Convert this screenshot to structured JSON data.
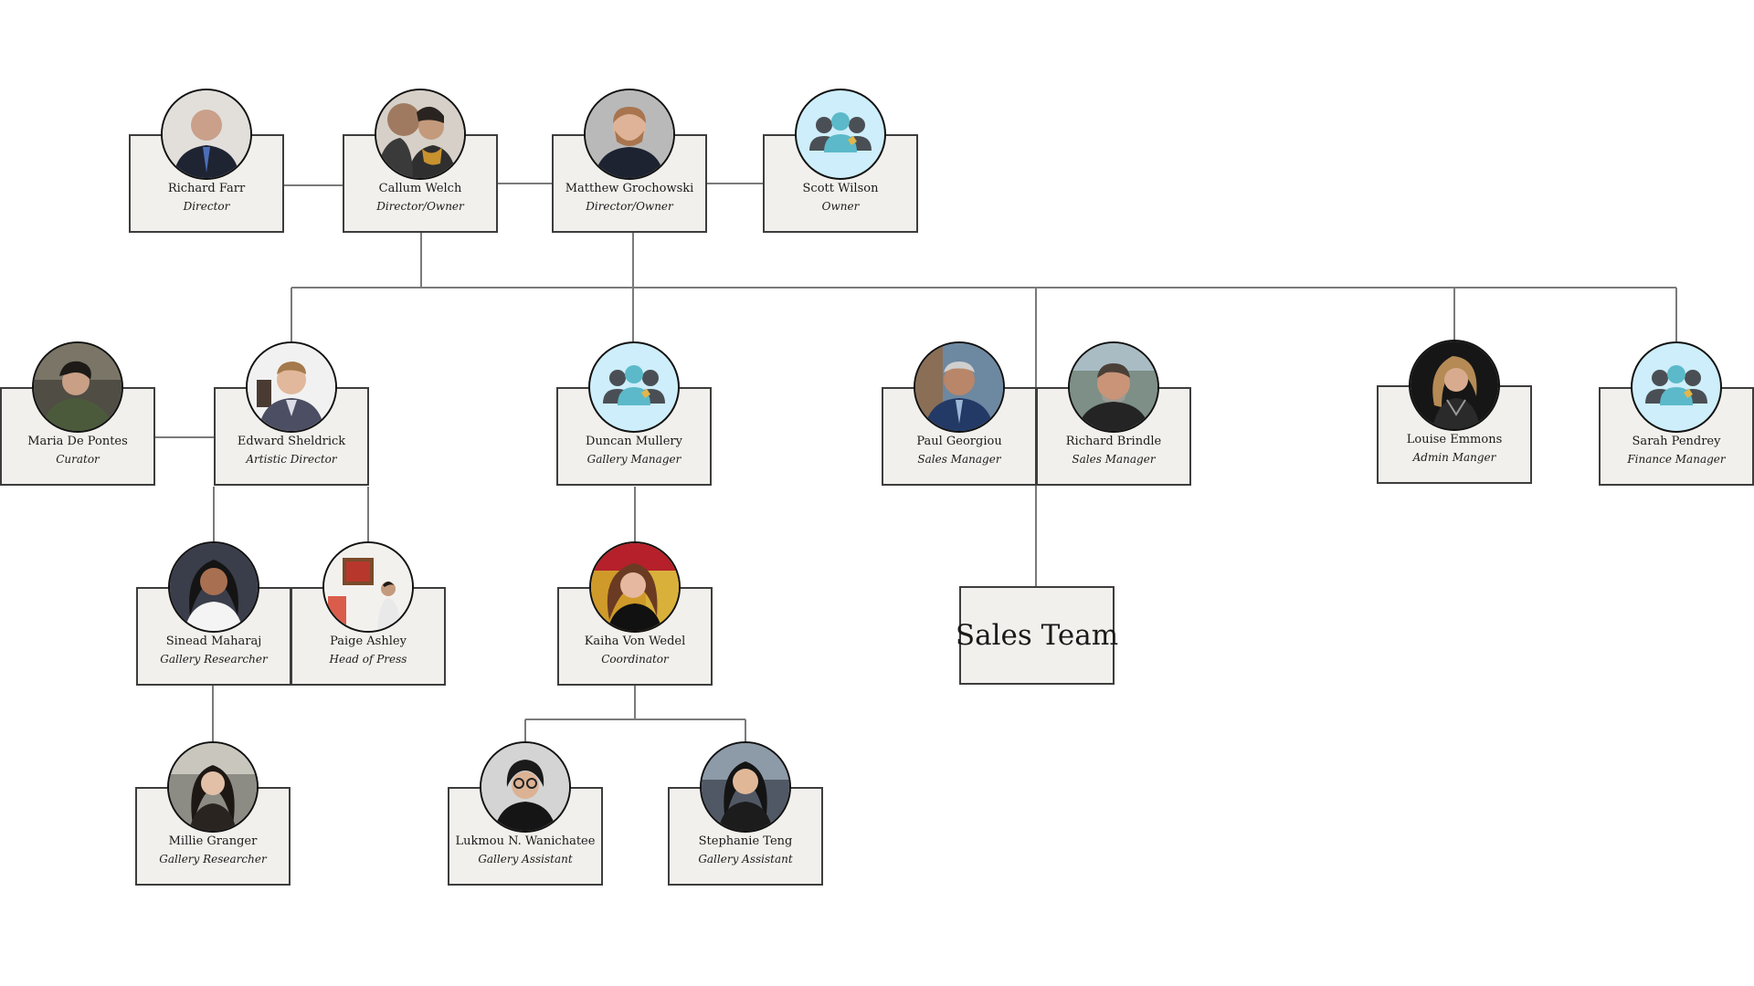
{
  "colors": {
    "box_fill": "#f1f0ec",
    "box_border": "#3d3d3d",
    "connector": "#7a7a7a",
    "group_icon_bg": "#cdeefa"
  },
  "people": [
    {
      "id": "richard-farr",
      "name": "Richard Farr",
      "role": "Director",
      "photo": "photo",
      "tone": "#d8d4cf"
    },
    {
      "id": "callum-welch",
      "name": "Callum Welch",
      "role": "Director/Owner",
      "photo": "photo",
      "tone": "#c9c2b8"
    },
    {
      "id": "matthew-grochowski",
      "name": "Matthew Grochowski",
      "role": "Director/Owner",
      "photo": "photo",
      "tone": "#b4b4b4"
    },
    {
      "id": "scott-wilson",
      "name": "Scott Wilson",
      "role": "Owner",
      "photo": "group-icon",
      "tone": "#cdeefa"
    },
    {
      "id": "maria-de-pontes",
      "name": "Maria De Pontes",
      "role": "Curator",
      "photo": "photo",
      "tone": "#5a5a4e"
    },
    {
      "id": "edward-sheldrick",
      "name": "Edward Sheldrick",
      "role": "Artistic Director",
      "photo": "photo",
      "tone": "#ececec"
    },
    {
      "id": "duncan-mullery",
      "name": "Duncan Mullery",
      "role": "Gallery Manager",
      "photo": "group-icon",
      "tone": "#cdeefa"
    },
    {
      "id": "paul-georgiou",
      "name": "Paul Georgiou",
      "role": "Sales Manager",
      "photo": "photo",
      "tone": "#6f8aa3"
    },
    {
      "id": "richard-brindle",
      "name": "Richard Brindle",
      "role": "Sales Manager",
      "photo": "photo",
      "tone": "#6e7a70"
    },
    {
      "id": "louise-emmons",
      "name": "Louise Emmons",
      "role": "Admin Manger",
      "photo": "photo",
      "tone": "#2b2b2b"
    },
    {
      "id": "sarah-pendrey",
      "name": "Sarah Pendrey",
      "role": "Finance Manager",
      "photo": "group-icon",
      "tone": "#cdeefa"
    },
    {
      "id": "sinead-maharaj",
      "name": "Sinead Maharaj",
      "role": "Gallery Researcher",
      "photo": "photo",
      "tone": "#3b3b45"
    },
    {
      "id": "paige-ashley",
      "name": "Paige Ashley",
      "role": "Head of Press",
      "photo": "photo",
      "tone": "#f2f0ed"
    },
    {
      "id": "kaiha-von-wedel",
      "name": "Kaiha Von Wedel",
      "role": "Coordinator",
      "photo": "photo",
      "tone": "#b5452e"
    },
    {
      "id": "millie-granger",
      "name": "Millie Granger",
      "role": "Gallery Researcher",
      "photo": "photo",
      "tone": "#8d8a82"
    },
    {
      "id": "lukmou-wanichatee",
      "name": "Lukmou N. Wanichatee",
      "role": "Gallery Assistant",
      "photo": "photo",
      "tone": "#cfcfcf"
    },
    {
      "id": "stephanie-teng",
      "name": "Stephanie Teng",
      "role": "Gallery Assistant",
      "photo": "photo",
      "tone": "#4e5560"
    }
  ],
  "team_box": {
    "label": "Sales Team"
  }
}
